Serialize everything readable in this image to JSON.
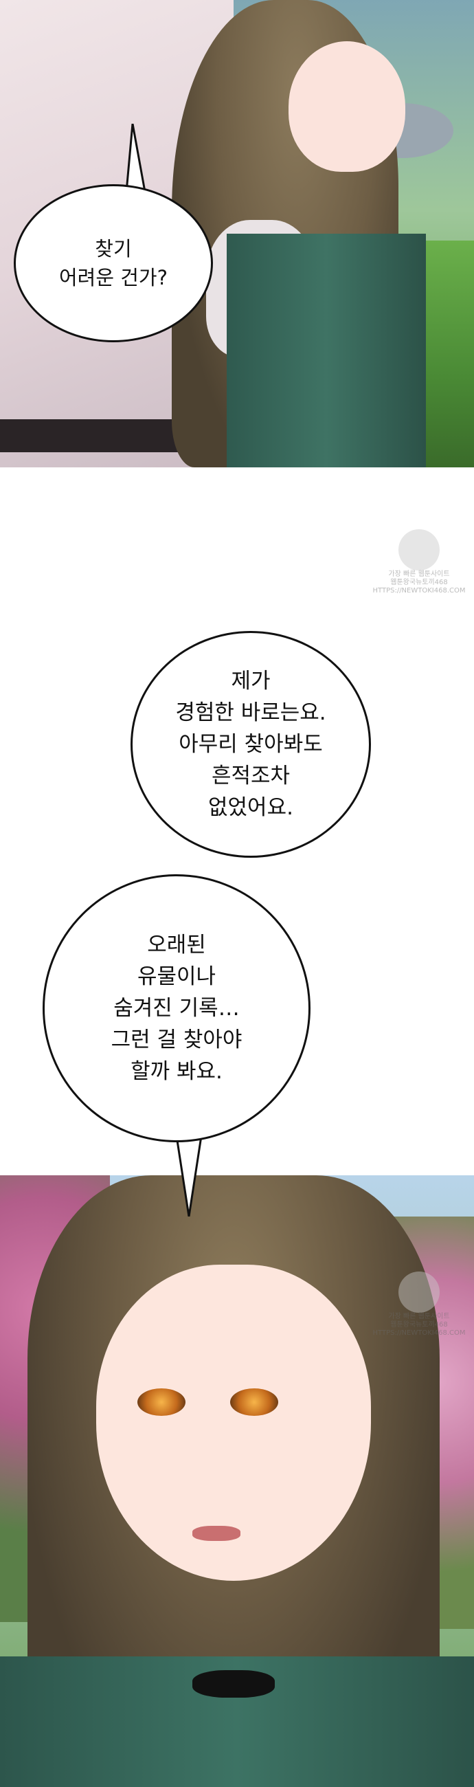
{
  "panels": {
    "panel1": {
      "bubble_text": "찾기\n어려운 건가?"
    },
    "panel2": {
      "bubble_text_top": "제가\n경험한 바로는요.\n아무리 찾아봐도\n흔적조차\n없었어요.",
      "bubble_text_bottom": "오래된\n유물이나\n숨겨진 기록…\n그런 걸 찾아야\n할까 봐요."
    }
  },
  "watermarks": [
    {
      "line1": "가장 빠른 웹툰사이트",
      "line2": "웹툰왕국뉴토끼468",
      "line3": "HTTPS://NEWTOKI468.COM"
    },
    {
      "line1": "가장 빠른 웹툰사이트",
      "line2": "웹툰왕국뉴토끼468",
      "line3": "HTTPS://NEWTOKI468.COM"
    }
  ]
}
